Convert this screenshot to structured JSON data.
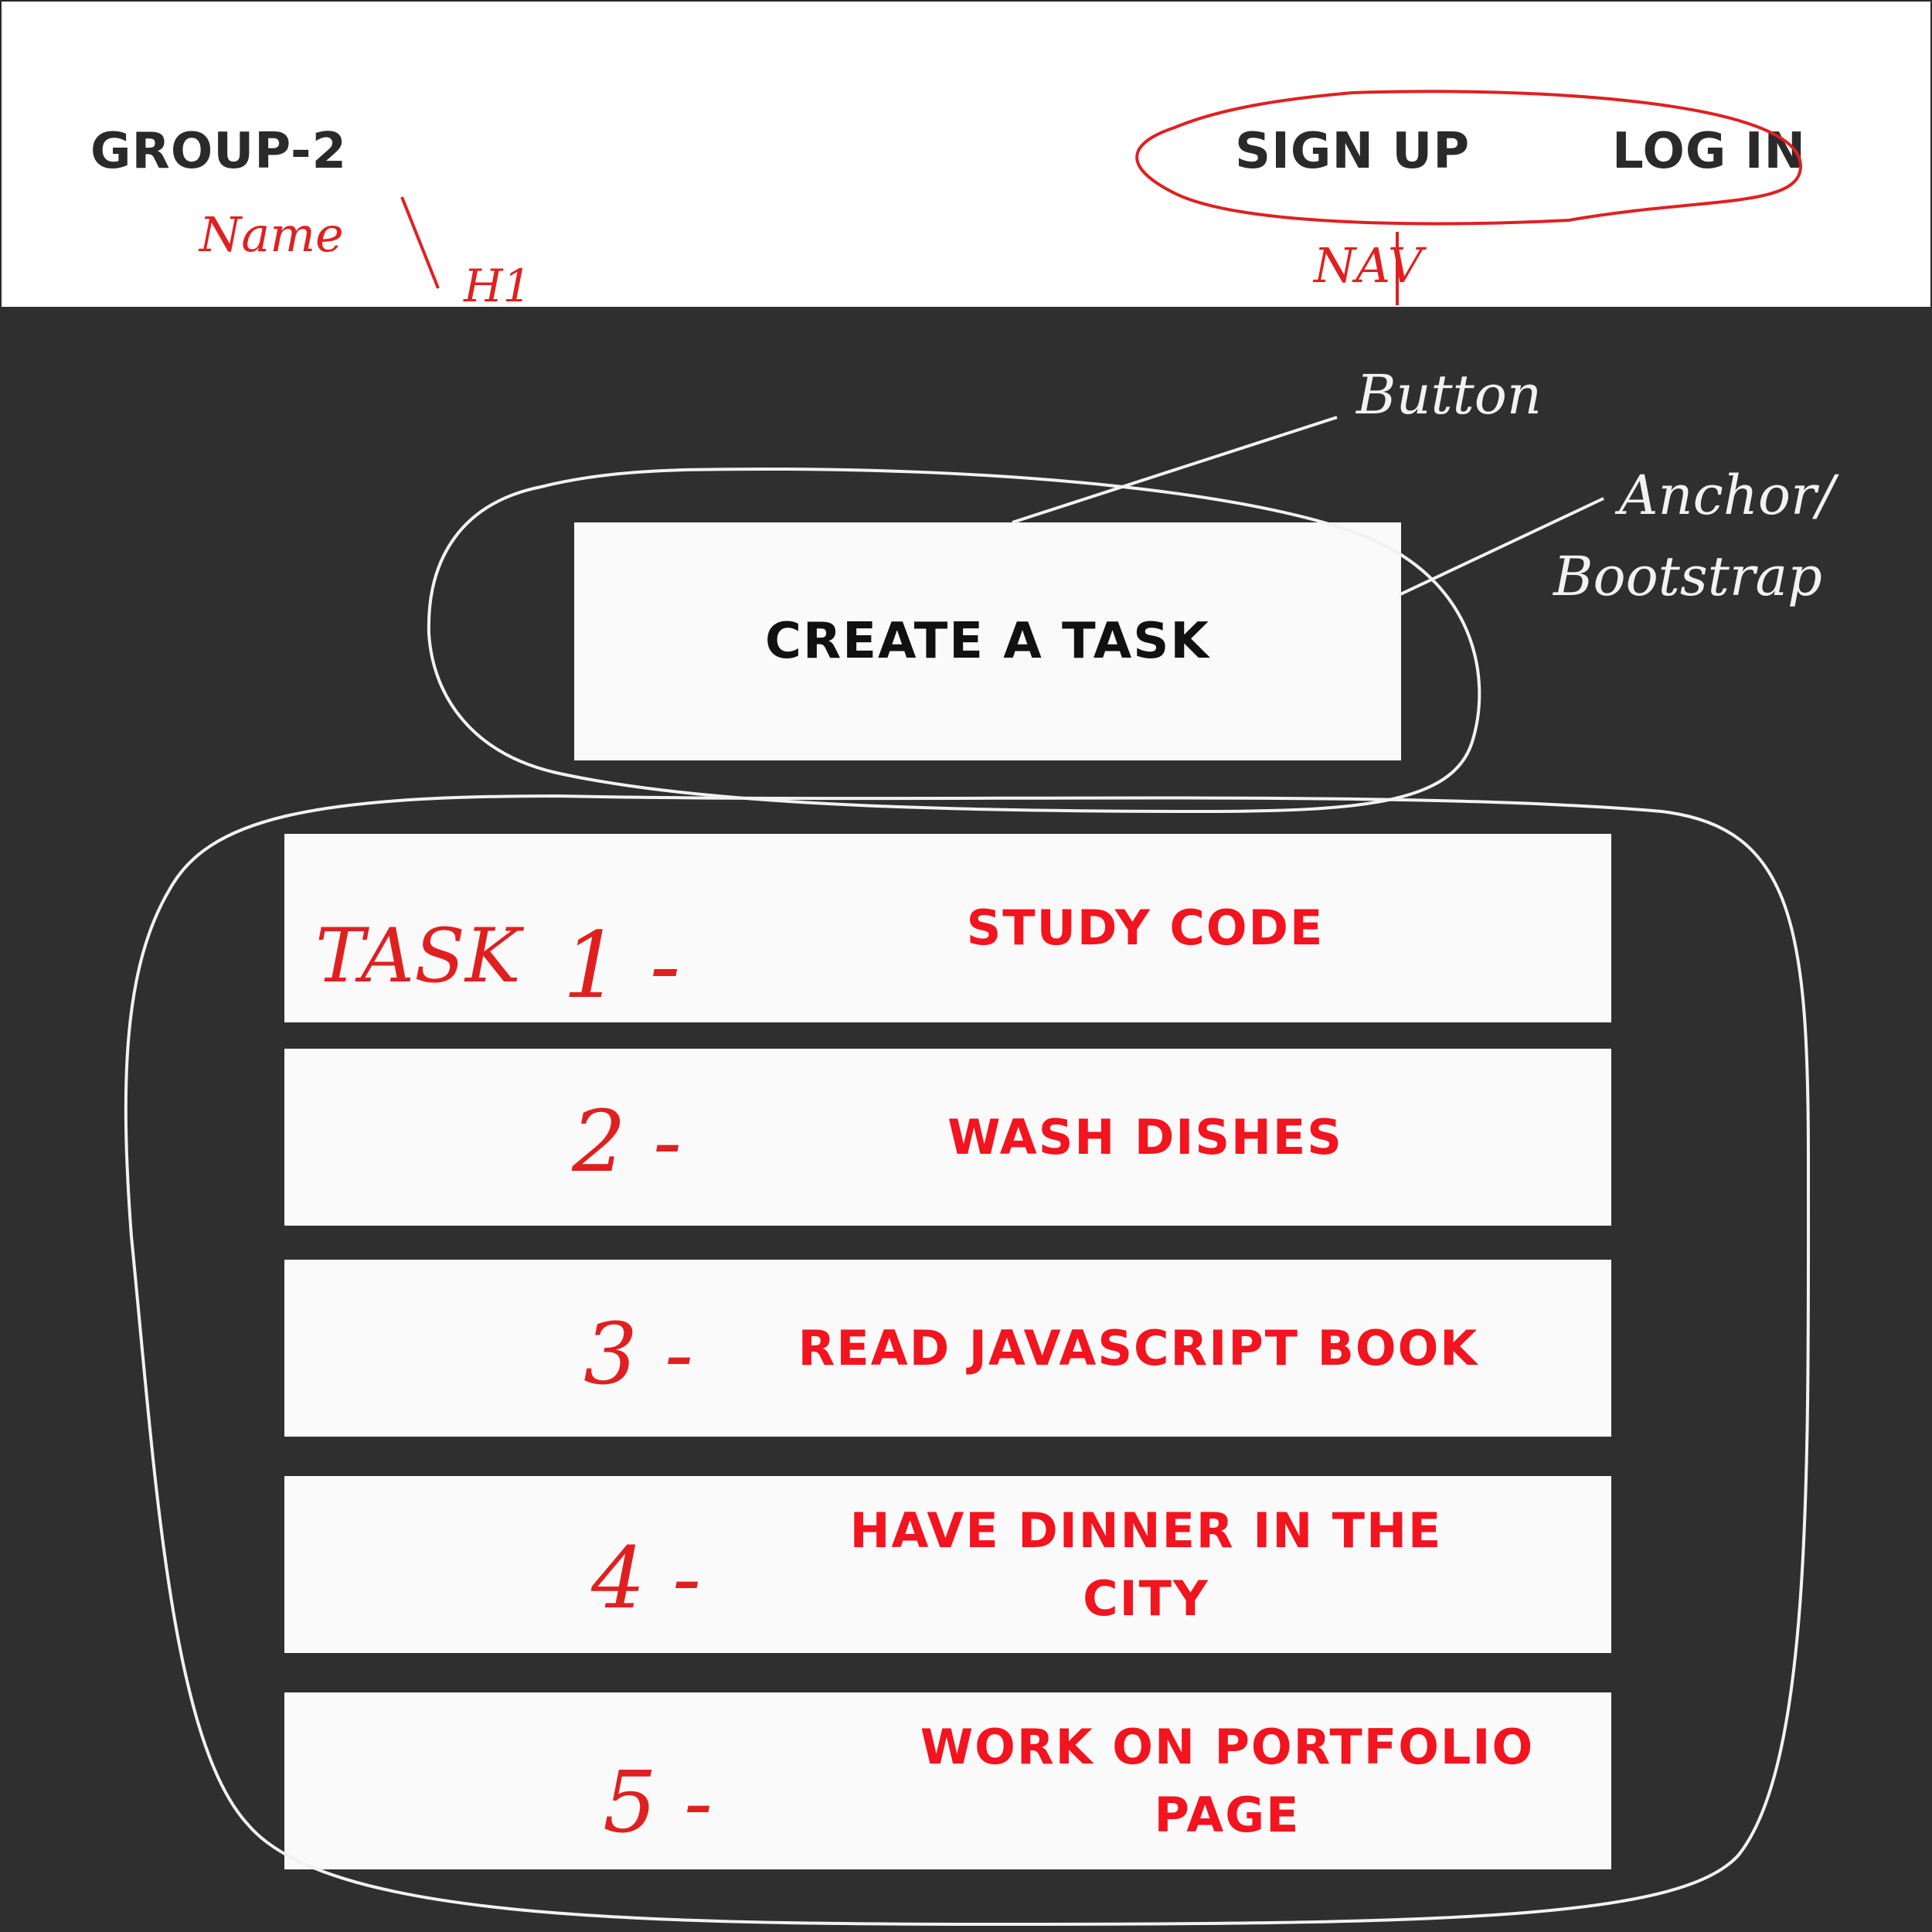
{
  "header": {
    "brand": "GROUP-2",
    "nav": {
      "signup_label": "SIGN UP",
      "login_label": "LOG IN"
    }
  },
  "main": {
    "create_button_label": "CREATE A TASK",
    "tasks": [
      {
        "text": "STUDY CODE"
      },
      {
        "text": "WASH DISHES"
      },
      {
        "text": "READ JAVASCRIPT BOOK"
      },
      {
        "text": "HAVE DINNER IN THE CITY"
      },
      {
        "text": "WORK ON PORTFOLIO PAGE"
      }
    ]
  },
  "annotations": {
    "name_note": "Name",
    "h1_note": "H1",
    "nav_note": "NAV",
    "button_note": "Button",
    "anchor_note": "Anchor/",
    "bootstrap_note": "Bootstrap",
    "task_label": "TASK",
    "task_numbers": [
      "1 -",
      "2 -",
      "3 -",
      "4 -",
      "5 -"
    ]
  },
  "colors": {
    "header_bg": "#ffffff",
    "main_bg": "#2f2f2f",
    "card_bg": "#fafafa",
    "task_text": "#f2141e",
    "annotation_red": "#e02020",
    "annotation_white": "#f2f2f2"
  }
}
